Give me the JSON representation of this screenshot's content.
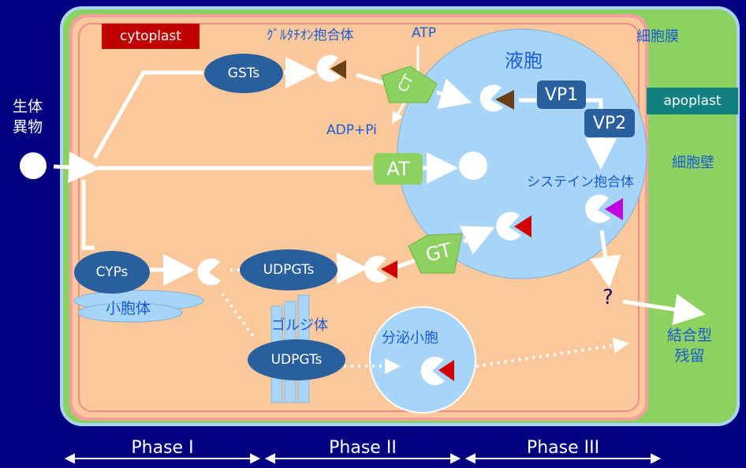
{
  "labels": {
    "cytoplast": "cytoplast",
    "saibomaku": "細胞膜",
    "apoplast": "apoplast",
    "saibouheki": "細胞壁",
    "ekiho": "液胞",
    "xenobiotic": "生体\n異物",
    "gsh_conj": "ｸﾞﾙﾀﾁｵﾝ抱合体",
    "atp": "ATP",
    "adp": "ADP+Pi",
    "cys_conj": "システイン抱合体",
    "question": "?",
    "bound_residue": "結合型\n残留",
    "microsome": "小胞体",
    "golgi": "ゴルジ体",
    "secretory_vesicle": "分泌小胞"
  },
  "enzymes": {
    "gsts": "GSTs",
    "ct": "CT",
    "vp1": "VP1",
    "vp2": "VP2",
    "at": "AT",
    "cyps": "CYPs",
    "udpgts1": "UDPGTs",
    "gt": "GT",
    "udpgts2": "UDPGTs"
  },
  "phases": {
    "p1": "Phase I",
    "p2": "Phase II",
    "p3": "Phase III"
  },
  "colors": {
    "background": "#000080",
    "cell_wall": "#8dd160",
    "membrane": "#f08c8c",
    "cytoplasm": "#fac89a",
    "vacuole": "#a8d4f8",
    "enzyme": "#2a5f9e",
    "transporter": "#8dd160",
    "glutathione_tag": "#6b3e17",
    "cysteine_tag": "#c000e0",
    "glucose_tag": "#d00000"
  }
}
